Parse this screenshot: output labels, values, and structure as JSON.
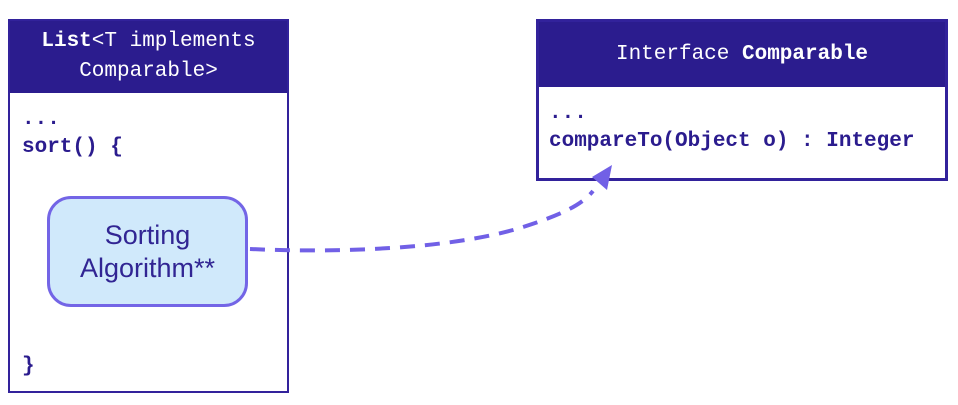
{
  "diagram": {
    "background": "#ffffff",
    "colors": {
      "header_bg": "#2b1c8e",
      "header_text": "#ffffff",
      "box_border": "#32229b",
      "code_text": "#2b1c8e",
      "arrow": "#7160e6",
      "note_fill": "#d0e9fb",
      "note_border": "#7365e6",
      "note_text": "#312593"
    },
    "list_box": {
      "title_name": "List",
      "title_suffix": "<T implements Comparable>",
      "line_ellipsis": "...",
      "line_sort_open": "sort() {",
      "line_close_brace": "}",
      "note_label": "Sorting Algorithm**"
    },
    "interface_box": {
      "title_prefix": "Interface ",
      "title_name": "Comparable",
      "line_ellipsis": "...",
      "line_method": "compareTo(Object o) : Integer"
    },
    "connector": {
      "style": "dashed",
      "from": "sorting-algorithm-note",
      "to": "compareTo-method"
    }
  }
}
